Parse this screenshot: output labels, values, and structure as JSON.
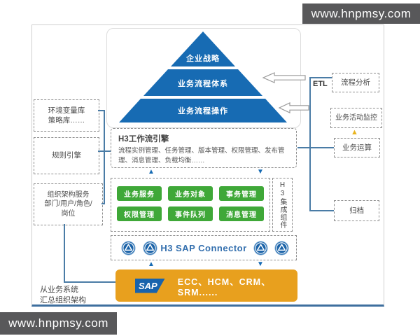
{
  "watermark_top": "www.hnpmsy.com",
  "watermark_bottom": "www.hnpmsy.com",
  "pyramid": {
    "levels": [
      "企业战略",
      "业务流程体系",
      "业务流程操作"
    ]
  },
  "left": {
    "env_box": "环境变量库\n策略库……",
    "rule_box": "规则引擎",
    "org_box": "组织架构服务\n部门/用户/角色/\n岗位",
    "bottom_note": "从业务系统\n汇总组织架构"
  },
  "engine": {
    "title": "H3工作流引擎",
    "body": "流程实例管理、任务管理、版本管理、权限管理、发布管理、消息管理、负载均衡……"
  },
  "components": {
    "cells": [
      "业务服务",
      "业务对象",
      "事务管理",
      "权限管理",
      "事件队列",
      "消息管理"
    ],
    "side_label": "H3集成组件"
  },
  "connector": {
    "label": "H3 SAP Connector"
  },
  "sap": {
    "logo": "SAP",
    "systems": "ECC、HCM、CRM、SRM......"
  },
  "right": {
    "etl": "ETL",
    "process_analysis": "流程分析",
    "bam": "业务活动监控",
    "business_ops": "业务运算",
    "archive": "归档"
  },
  "glyphs": {
    "up": "▲",
    "down": "▼"
  },
  "colors": {
    "pyramid_blue": "#176bb3",
    "component_green": "#3fa838",
    "sap_orange": "#e8a01e",
    "line_blue": "#4a7ca6",
    "accent_yellow": "#e9b41f",
    "watermark_bg": "#58585a"
  }
}
